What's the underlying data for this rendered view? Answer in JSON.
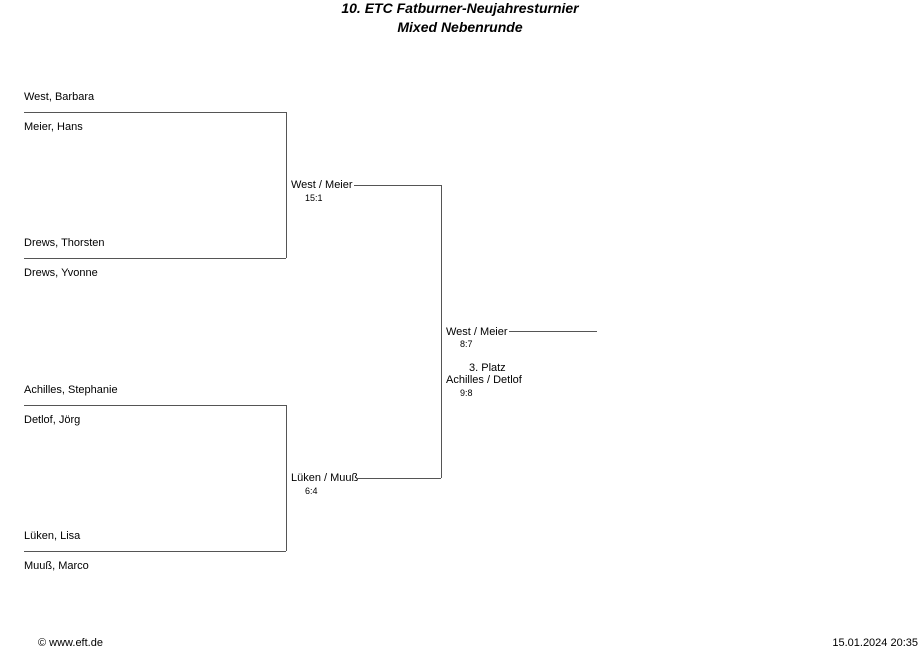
{
  "header": {
    "title": "10. ETC  Fatburner-Neujahresturnier",
    "subtitle": "Mixed Nebenrunde"
  },
  "round1": [
    {
      "top": "West, Barbara",
      "bottom": "Meier, Hans"
    },
    {
      "top": "Drews, Thorsten",
      "bottom": "Drews, Yvonne"
    },
    {
      "top": "Achilles, Stephanie",
      "bottom": "Detlof, Jörg"
    },
    {
      "top": "Lüken, Lisa",
      "bottom": "Muuß, Marco"
    }
  ],
  "round2": [
    {
      "team": "West / Meier",
      "score": "15:1"
    },
    {
      "team": "Lüken / Muuß",
      "score": "6:4"
    }
  ],
  "final": {
    "winner": "West / Meier",
    "winner_score": "8:7",
    "third_place_label": "3. Platz",
    "third_place_team": "Achilles / Detlof",
    "third_place_score": "9:8"
  },
  "footer": {
    "copyright": "© www.eft.de",
    "timestamp": "15.01.2024 20:35"
  }
}
